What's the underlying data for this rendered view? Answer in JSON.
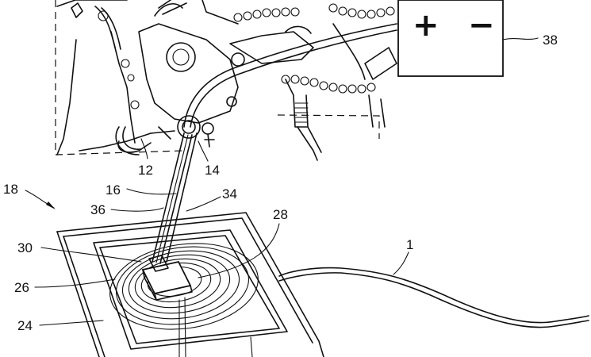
{
  "figure": {
    "battery": {
      "plus": "+",
      "minus": "−"
    },
    "labels": {
      "l38": "38",
      "l12": "12",
      "l14": "14",
      "l18": "18",
      "l16": "16",
      "l34": "34",
      "l36": "36",
      "l28": "28",
      "l30": "30",
      "l1": "1",
      "l26": "26",
      "l24": "24"
    }
  }
}
